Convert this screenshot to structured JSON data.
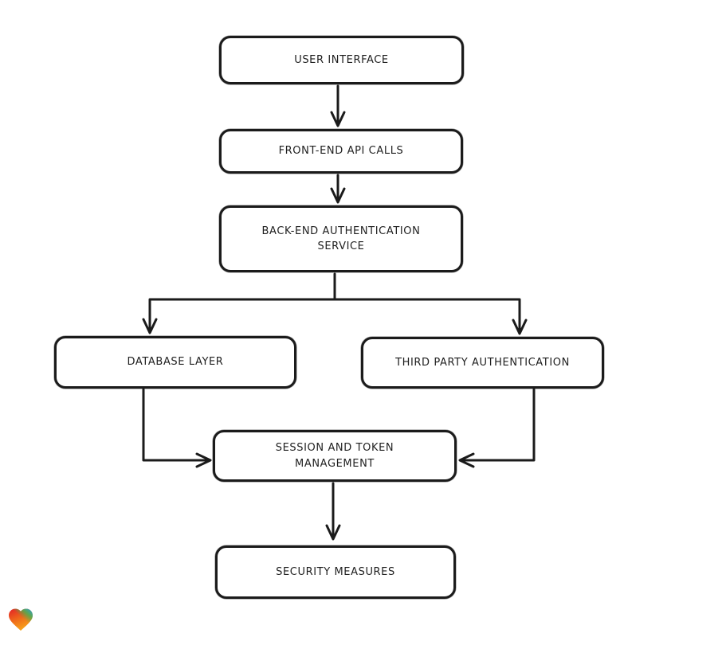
{
  "diagram": {
    "type": "flowchart",
    "direction": "top-down",
    "stroke_color": "#1b1b1b",
    "node_fill": "#ffffff",
    "nodes": [
      {
        "id": "user-interface",
        "label": "USER INTERFACE"
      },
      {
        "id": "front-end-api-calls",
        "label": "FRONT-END API CALLS"
      },
      {
        "id": "back-end-auth-service",
        "label": "BACK-END AUTHENTICATION\nSERVICE"
      },
      {
        "id": "database-layer",
        "label": "DATABASE LAYER"
      },
      {
        "id": "third-party-auth",
        "label": "THIRD PARTY AUTHENTICATION"
      },
      {
        "id": "session-token-mgmt",
        "label": "SESSION AND TOKEN\nMANAGEMENT"
      },
      {
        "id": "security-measures",
        "label": "SECURITY MEASURES"
      }
    ],
    "edges": [
      {
        "from": "user-interface",
        "to": "front-end-api-calls"
      },
      {
        "from": "front-end-api-calls",
        "to": "back-end-auth-service"
      },
      {
        "from": "back-end-auth-service",
        "to": "database-layer"
      },
      {
        "from": "back-end-auth-service",
        "to": "third-party-auth"
      },
      {
        "from": "database-layer",
        "to": "session-token-mgmt"
      },
      {
        "from": "third-party-auth",
        "to": "session-token-mgmt"
      },
      {
        "from": "session-token-mgmt",
        "to": "security-measures"
      }
    ]
  },
  "logo": {
    "icon": "gradient-heart-logo",
    "colors": [
      "#e32026",
      "#4caf50",
      "#27a2d8",
      "#f79b1c"
    ]
  }
}
